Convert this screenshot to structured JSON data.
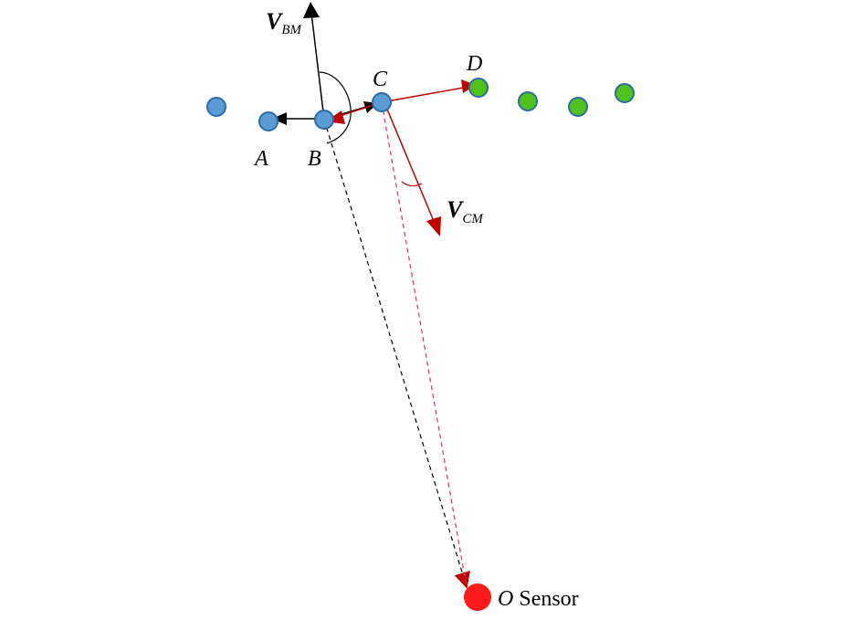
{
  "labels": {
    "a": "A",
    "b": "B",
    "c": "C",
    "d": "D",
    "o": "O",
    "sensor": "Sensor",
    "v_bm_main": "V",
    "v_bm_sub": "BM",
    "v_cm_main": "V",
    "v_cm_sub": "CM"
  },
  "colors": {
    "blue_node": "#5b9bd5",
    "blue_stroke": "#2e6ca8",
    "green_node": "#4ec21b",
    "green_stroke": "#2e6ca8",
    "sensor": "#ff1a1a",
    "red_vector": "#c00000",
    "red_line": "#e0305a",
    "black": "#000000"
  }
}
